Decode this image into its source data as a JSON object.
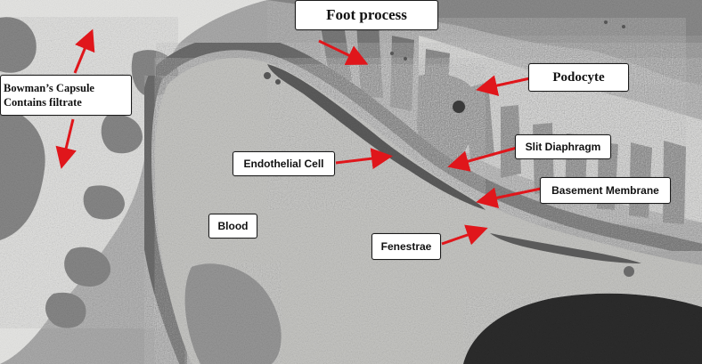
{
  "labels": {
    "foot_process": "Foot process",
    "bowmans_line1": "Bowman’s Capsule",
    "bowmans_line2": "Contains filtrate",
    "podocyte": "Podocyte",
    "slit_diaphragm": "Slit Diaphragm",
    "endothelial_cell": "Endothelial Cell",
    "basement_membrane": "Basement Membrane",
    "blood": "Blood",
    "fenestrae": "Fenestrae"
  },
  "colors": {
    "arrow": "#e0161b",
    "label_bg": "#ffffff",
    "label_border": "#1a1a1a"
  }
}
